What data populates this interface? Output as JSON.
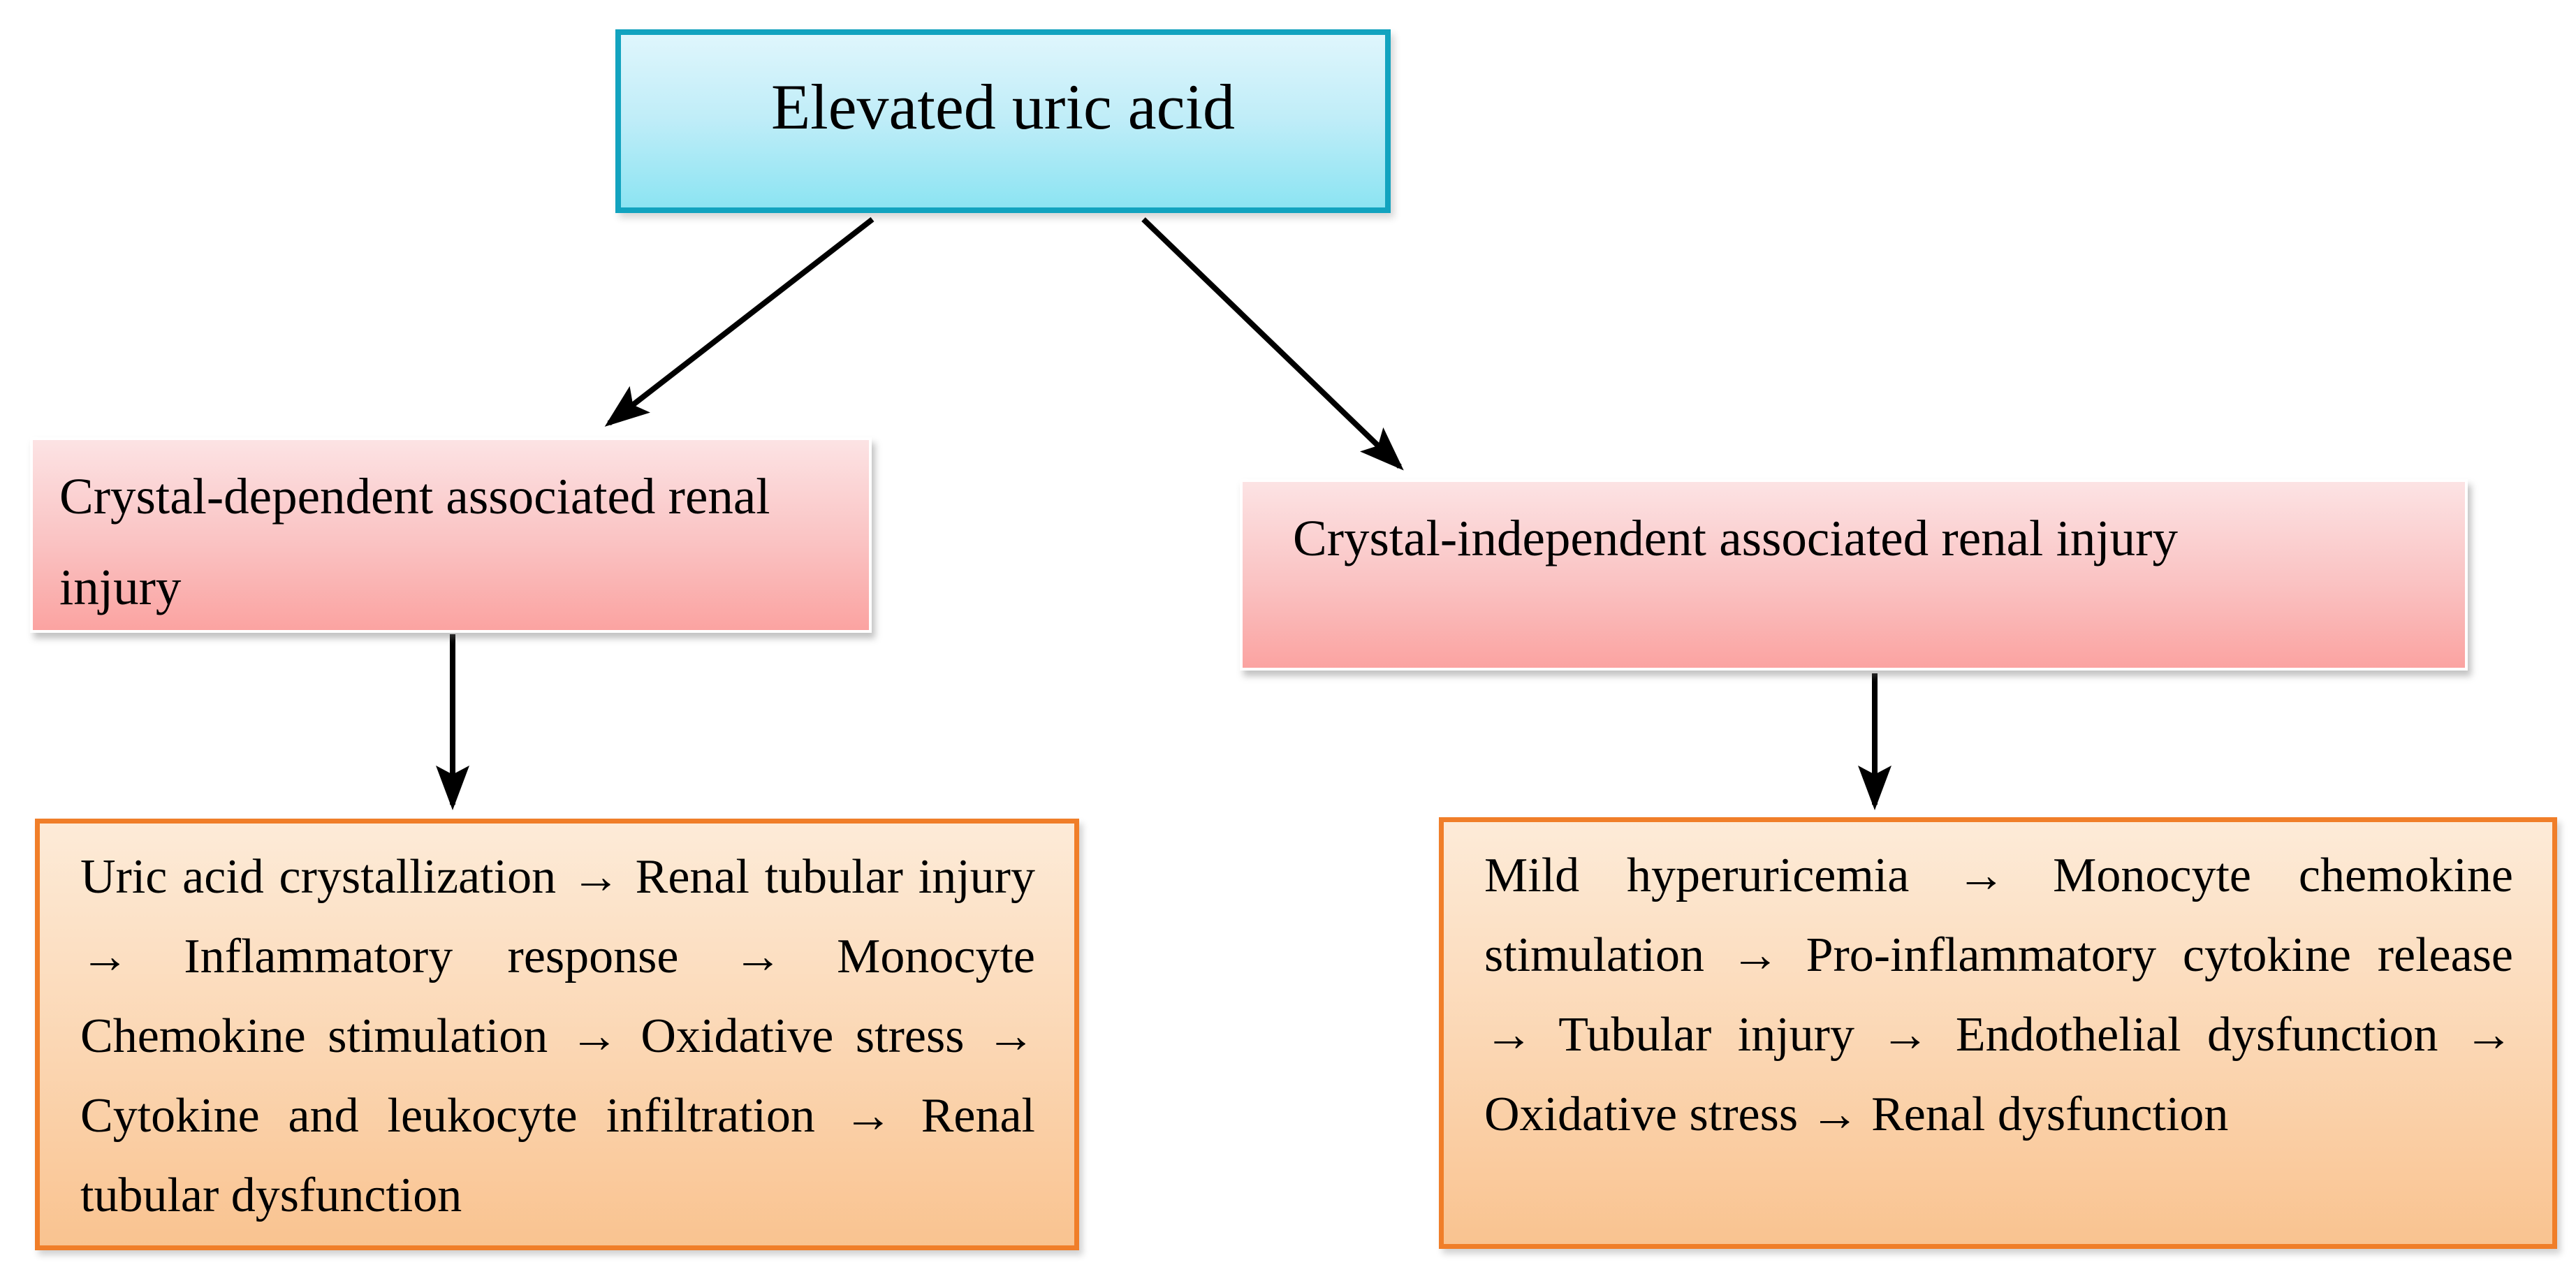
{
  "figure": {
    "type": "flowchart",
    "root": {
      "label": "Elevated uric acid"
    },
    "branches": [
      {
        "id": "crystal-dependent",
        "header": "Crystal-dependent associated renal injury",
        "pathway": "Uric acid crystallization → Renal tubular injury → Inflammatory response → Monocyte Chemokine stimulation → Oxidative stress → Cytokine and leukocyte infiltration → Renal tubular dysfunction"
      },
      {
        "id": "crystal-independent",
        "header": "Crystal-independent associated renal injury",
        "pathway": "Mild hyperuricemia → Monocyte chemokine stimulation → Pro-inflammatory cytokine release → Tubular injury → Endothelial dysfunction → Oxidative stress → Renal dysfunction"
      }
    ],
    "colors": {
      "cyan_border": "#12a3bf",
      "cyan_top": "#dff6fc",
      "cyan_bottom": "#8ce4f2",
      "pink_top": "#fce3e4",
      "pink_bottom": "#fba3a1",
      "orange_border": "#f07e29",
      "orange_top": "#fdebd8",
      "orange_bottom": "#f9c390",
      "arrow": "#000000"
    }
  }
}
